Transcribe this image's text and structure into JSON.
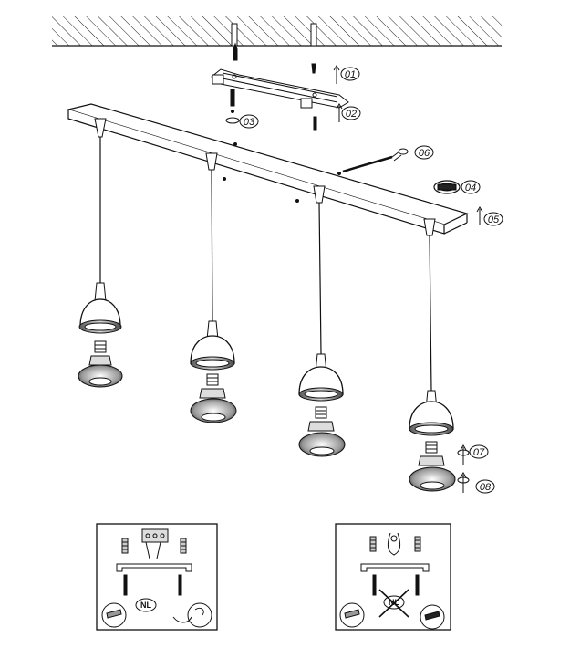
{
  "steps": [
    "01",
    "02",
    "03",
    "06",
    "04",
    "05",
    "07",
    "08"
  ],
  "inset_left": {
    "badge": "NL"
  },
  "inset_right": {
    "badge": "NL"
  },
  "colors": {
    "line": "#111111",
    "shade": "#9a9a9a",
    "dark": "#333333"
  }
}
